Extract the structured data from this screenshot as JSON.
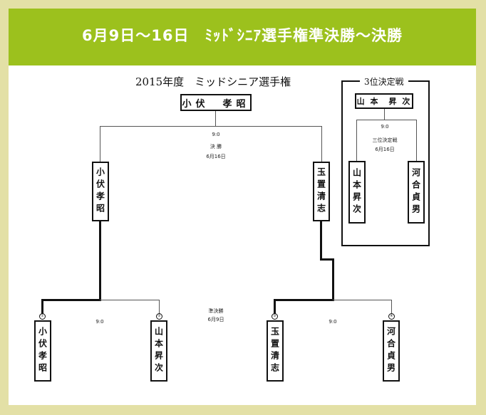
{
  "banner": {
    "title": "6月9日～16日　ﾐｯﾄﾞｼﾆｱ選手権準決勝～決勝"
  },
  "bracket": {
    "title": "2015年度　ミッドシニア選手権",
    "champion": "小伏　孝昭",
    "final": {
      "score": "9:0",
      "round": "決 勝",
      "date": "6月16日",
      "left": "小伏孝昭",
      "right": "玉置清志"
    },
    "semifinal": {
      "round": "準決勝",
      "date": "6月9日",
      "left_score": "9:0",
      "right_score": "9:0",
      "players": [
        "小伏孝昭",
        "山本昇次",
        "玉置清志",
        "河合貞男"
      ],
      "seeds": [
        "①",
        "②",
        "③",
        "④"
      ]
    }
  },
  "third_place": {
    "title": "3位決定戦",
    "winner": "山 本　昇 次",
    "score": "9:0",
    "round": "三位決定戦",
    "date": "6月16日",
    "left": "山本昇次",
    "right": "河合貞男"
  },
  "colors": {
    "background": "#e3e0a6",
    "banner": "#9cc11d",
    "line": "#111111"
  }
}
